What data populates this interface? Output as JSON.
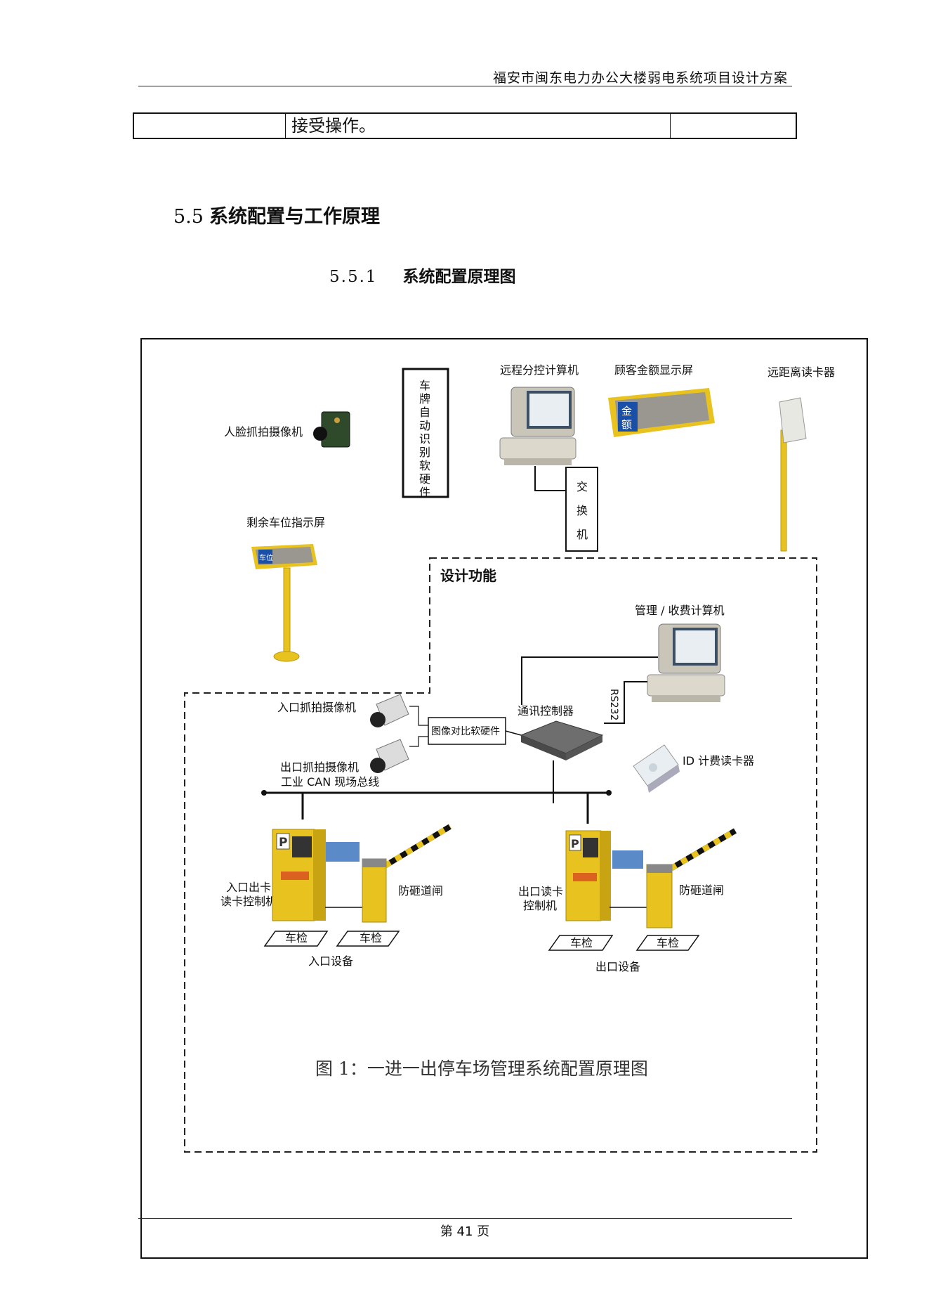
{
  "header": {
    "title": "福安市闽东电力办公大楼弱电系统项目设计方案"
  },
  "table_row": {
    "cells": [
      "",
      "接受操作。",
      ""
    ]
  },
  "section": {
    "number": "5.5",
    "title": "系统配置与工作原理"
  },
  "subsection": {
    "number": "5.5.1",
    "title": "系统配置原理图"
  },
  "diagram": {
    "plate_recognition_box": [
      "车",
      "牌",
      "自",
      "动",
      "识",
      "别",
      "软",
      "硬",
      "件"
    ],
    "remote_computer": "远程分控计算机",
    "amount_display": "顾客金额显示屏",
    "amount_display_screen_text": [
      "金",
      "额"
    ],
    "long_range_reader": "远距离读卡器",
    "face_camera": "人脸抓拍摄像机",
    "space_display": "剩余车位指示屏",
    "space_display_screen_text": "车位",
    "switch_box": [
      "交",
      "换",
      "机"
    ],
    "design_function": "设计功能",
    "mgmt_computer": "管理 / 收费计算机",
    "rs232": "RS232",
    "comm_controller": "通讯控制器",
    "image_compare": "图像对比软硬件",
    "entry_camera": "入口抓拍摄像机",
    "exit_camera": "出口抓拍摄像机",
    "can_bus": "工业 CAN 现场总线",
    "id_reader": "ID 计费读卡器",
    "entry_kiosk_line1": "入口出卡",
    "entry_kiosk_line2": "读卡控制机",
    "exit_kiosk_line1": "出口读卡",
    "exit_kiosk_line2": "控制机",
    "barrier_left": "防砸道闸",
    "barrier_right": "防砸道闸",
    "vehicle_detect": "车检",
    "entry_equipment": "入口设备",
    "exit_equipment": "出口设备",
    "caption": "图 1：一进一出停车场管理系统配置原理图"
  },
  "footer": {
    "page": "第 41 页"
  },
  "colors": {
    "yellow": "#e8c21e",
    "frame": "#111111",
    "screen_blue": "#1a4fa8"
  }
}
